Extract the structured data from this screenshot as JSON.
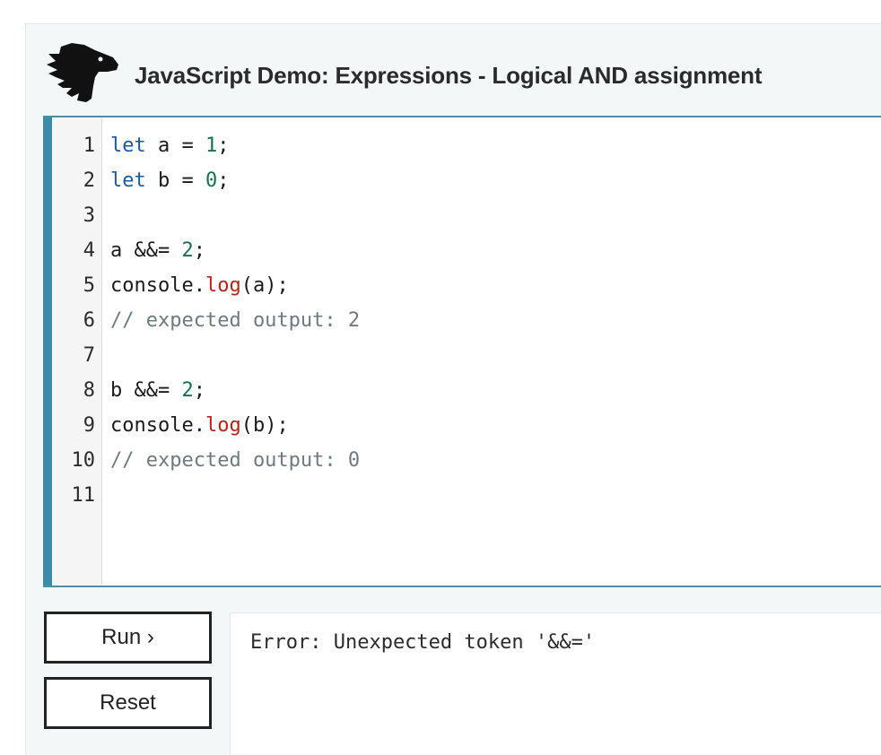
{
  "header": {
    "title": "JavaScript Demo: Expressions - Logical AND assignment",
    "logo_icon": "dinosaur-head-icon"
  },
  "editor": {
    "lines": [
      {
        "n": "1",
        "tokens": [
          {
            "t": "let",
            "c": "kw"
          },
          {
            "t": " a = ",
            "c": ""
          },
          {
            "t": "1",
            "c": "num"
          },
          {
            "t": ";",
            "c": ""
          }
        ]
      },
      {
        "n": "2",
        "tokens": [
          {
            "t": "let",
            "c": "kw"
          },
          {
            "t": " b = ",
            "c": ""
          },
          {
            "t": "0",
            "c": "num"
          },
          {
            "t": ";",
            "c": ""
          }
        ]
      },
      {
        "n": "3",
        "tokens": []
      },
      {
        "n": "4",
        "tokens": [
          {
            "t": "a &&= ",
            "c": ""
          },
          {
            "t": "2",
            "c": "num"
          },
          {
            "t": ";",
            "c": ""
          }
        ]
      },
      {
        "n": "5",
        "tokens": [
          {
            "t": "console.",
            "c": ""
          },
          {
            "t": "log",
            "c": "fn"
          },
          {
            "t": "(a);",
            "c": ""
          }
        ]
      },
      {
        "n": "6",
        "tokens": [
          {
            "t": "// expected output: 2",
            "c": "cm"
          }
        ]
      },
      {
        "n": "7",
        "tokens": []
      },
      {
        "n": "8",
        "tokens": [
          {
            "t": "b &&= ",
            "c": ""
          },
          {
            "t": "2",
            "c": "num"
          },
          {
            "t": ";",
            "c": ""
          }
        ]
      },
      {
        "n": "9",
        "tokens": [
          {
            "t": "console.",
            "c": ""
          },
          {
            "t": "log",
            "c": "fn"
          },
          {
            "t": "(b);",
            "c": ""
          }
        ]
      },
      {
        "n": "10",
        "tokens": [
          {
            "t": "// expected output: 0",
            "c": "cm"
          }
        ]
      },
      {
        "n": "11",
        "tokens": []
      }
    ]
  },
  "controls": {
    "run_label": "Run ›",
    "reset_label": "Reset"
  },
  "output": {
    "text": "Error: Unexpected token '&&='"
  },
  "colors": {
    "accent": "#3f8aa8",
    "keyword": "#1a5a9c",
    "number": "#14714f",
    "function": "#b3261e",
    "comment": "#6f7a80"
  }
}
